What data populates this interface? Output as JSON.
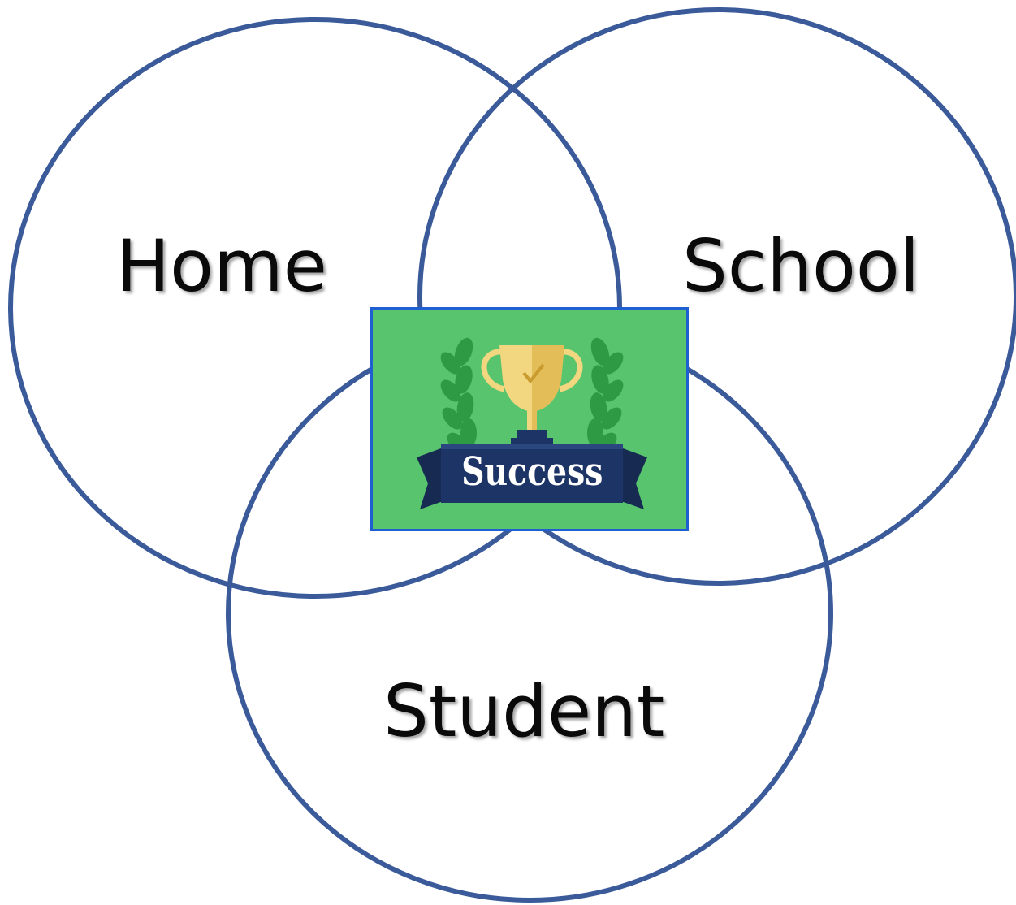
{
  "colors": {
    "circle_stroke": "#3a5a9a",
    "badge_background": "#58c56e",
    "badge_border": "#1f5fd1",
    "ribbon": "#1d3566",
    "trophy": "#f2d680",
    "laurel": "#2e9a44"
  },
  "labels": {
    "home": "Home",
    "school": "School",
    "student": "Student"
  },
  "badge": {
    "icon": "trophy-icon",
    "ribbon_text": "Success"
  }
}
